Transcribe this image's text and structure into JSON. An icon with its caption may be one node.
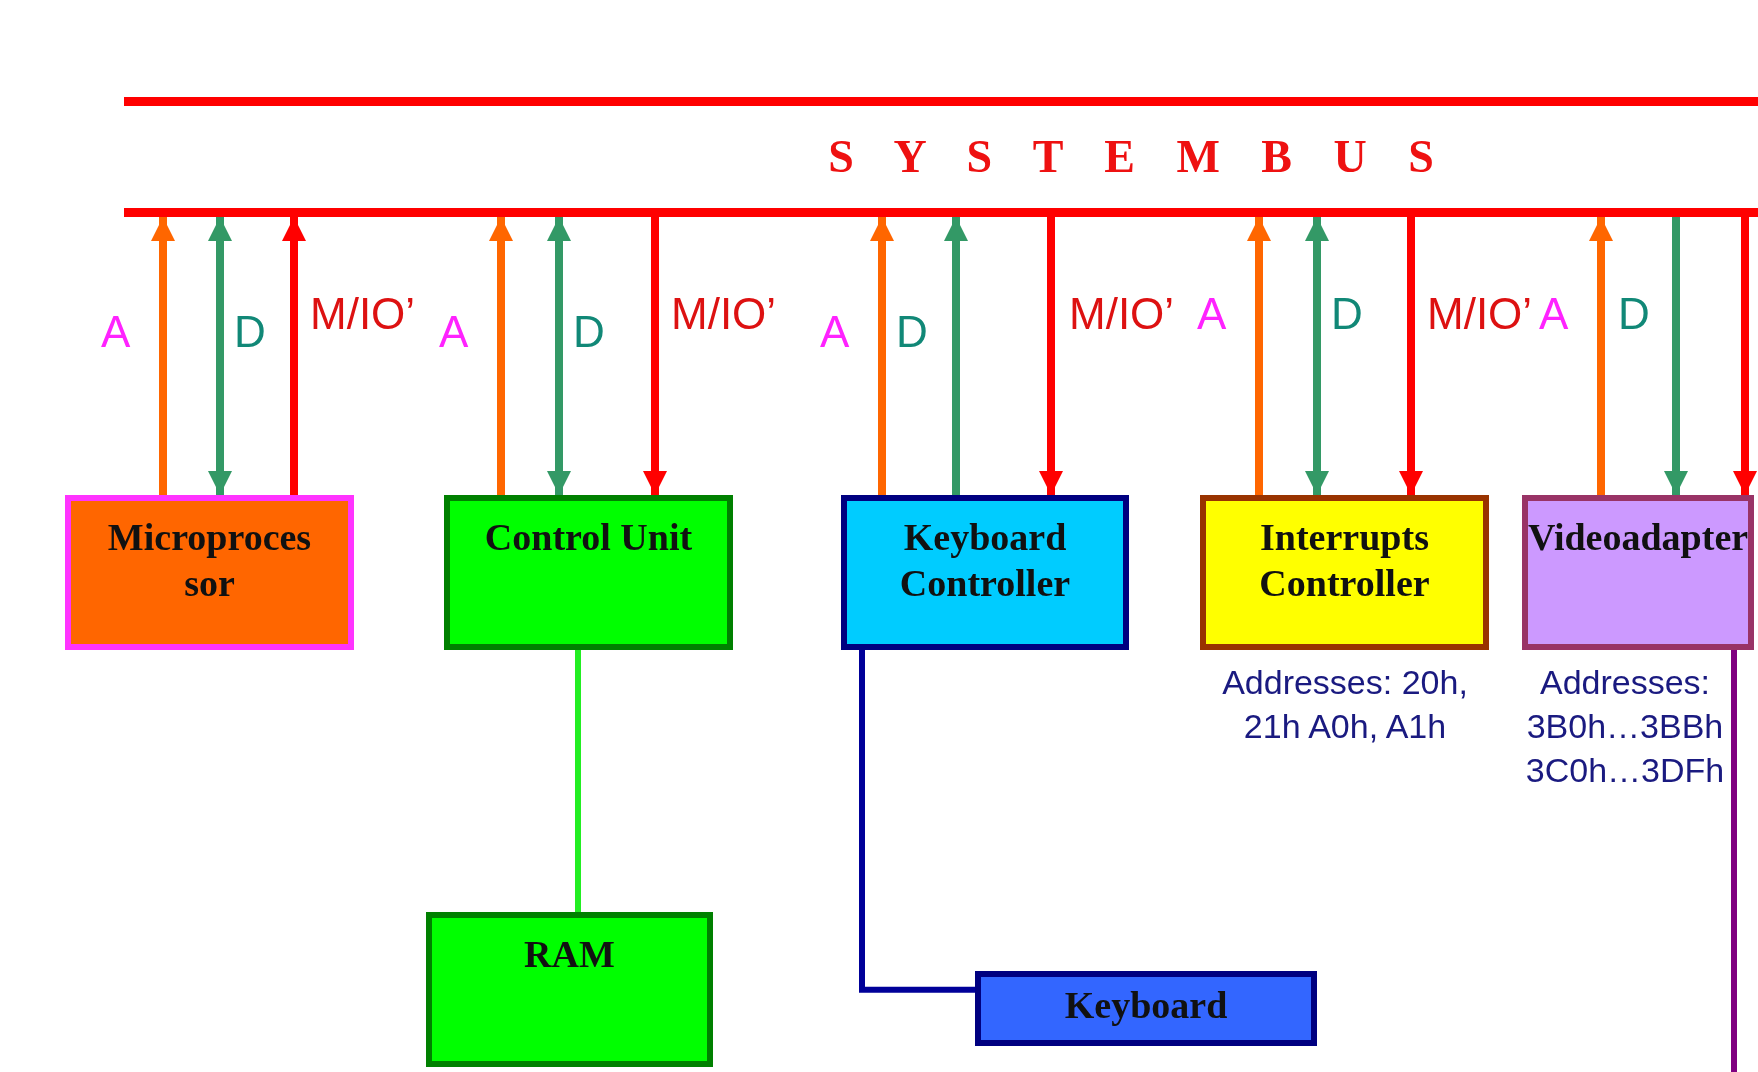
{
  "diagram": {
    "nodes": [
      {
        "text": [
          "S Y S T E M B U S"
        ]
      },
      {
        "text": [
          "Microproces sor"
        ]
      },
      {
        "text": [
          "Control Unit"
        ]
      },
      {
        "text": [
          "Keyboard Controller"
        ]
      },
      {
        "text": [
          "Interrupts Controller"
        ],
        "beside": [
          "Addresses: 20h, 21h A0h, A1h"
        ]
      },
      {
        "text": [
          "Videoadapter"
        ],
        "beside": [
          "Addresses: 3B0h…3BBh 3C0h…3DFh"
        ]
      },
      {
        "text": [
          "RAM"
        ]
      },
      {
        "text": [
          "Keyboard"
        ]
      }
    ],
    "edges": [
      {
        "from": 1,
        "to": 0,
        "arrow": "to",
        "label": "A",
        "color": "#ff6600"
      },
      {
        "from": 1,
        "to": 0,
        "arrow": "both",
        "label": "D",
        "color": "#339966"
      },
      {
        "from": 1,
        "to": 0,
        "arrow": "to",
        "label": "M/IO’",
        "color": "#ff0000"
      },
      {
        "from": 2,
        "to": 0,
        "arrow": "to",
        "label": "A",
        "color": "#ff6600"
      },
      {
        "from": 2,
        "to": 0,
        "arrow": "both",
        "label": "D",
        "color": "#339966"
      },
      {
        "from": 0,
        "to": 2,
        "arrow": "to",
        "label": "M/IO’",
        "color": "#ff0000"
      },
      {
        "from": 3,
        "to": 0,
        "arrow": "to",
        "label": "A",
        "color": "#ff6600"
      },
      {
        "from": 3,
        "to": 0,
        "arrow": "to",
        "label": "D",
        "color": "#339966"
      },
      {
        "from": 0,
        "to": 3,
        "arrow": "to",
        "label": "M/IO’",
        "color": "#ff0000"
      },
      {
        "from": 4,
        "to": 0,
        "arrow": "to",
        "label": "A",
        "color": "#ff6600"
      },
      {
        "from": 4,
        "to": 0,
        "arrow": "both",
        "label": "D",
        "color": "#339966"
      },
      {
        "from": 0,
        "to": 4,
        "arrow": "to",
        "label": "M/IO’",
        "color": "#ff0000"
      },
      {
        "from": 5,
        "to": 0,
        "arrow": "to",
        "label": "A",
        "color": "#ff6600"
      },
      {
        "from": 0,
        "to": 5,
        "arrow": "to",
        "label": "D",
        "color": "#339966"
      },
      {
        "from": 0,
        "to": 5,
        "arrow": "to",
        "color": "#ff0000"
      },
      {
        "from": 2,
        "to": 6,
        "arrow": "none",
        "color": "#22ee22"
      },
      {
        "from": 3,
        "to": 7,
        "arrow": "none",
        "color": "#000099"
      },
      {
        "from": 5,
        "to": null,
        "arrow": "none",
        "color": "#800080"
      }
    ]
  }
}
